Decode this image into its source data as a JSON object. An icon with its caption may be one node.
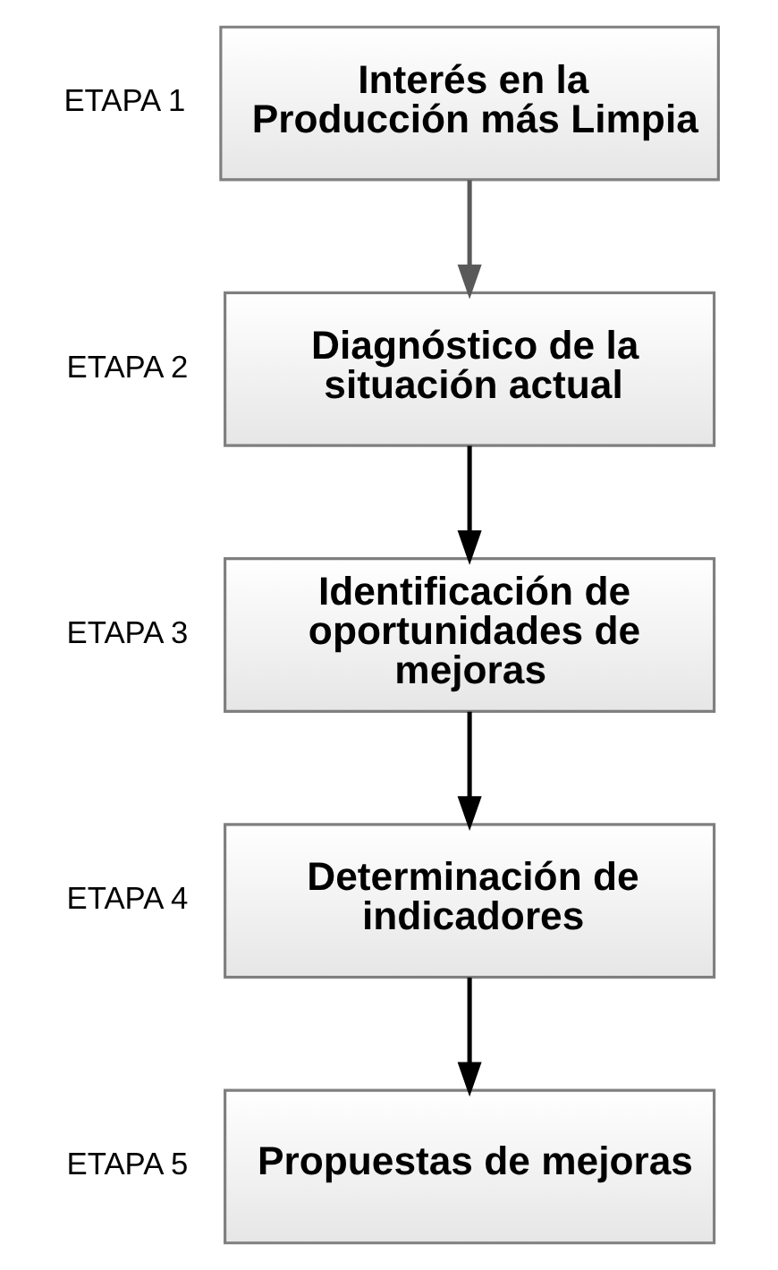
{
  "diagram": {
    "nodes": [
      {
        "text": [
          "Interés en la Producción más Limpia"
        ],
        "beside": [
          "ETAPA 1"
        ]
      },
      {
        "text": [
          "Diagnóstico de la situación actual"
        ],
        "beside": [
          "ETAPA 2"
        ]
      },
      {
        "text": [
          "Identificación de oportunidades de mejoras"
        ],
        "beside": [
          "ETAPA 3"
        ]
      },
      {
        "text": [
          "Determinación de indicadores"
        ],
        "beside": [
          "ETAPA 4"
        ]
      },
      {
        "text": [
          "Propuestas de mejoras"
        ],
        "beside": [
          "ETAPA 5"
        ]
      }
    ],
    "edges": [
      {
        "from": 0,
        "to": 1,
        "arrow": "to",
        "color": "#595959"
      },
      {
        "from": 1,
        "to": 2,
        "arrow": "to"
      },
      {
        "from": 2,
        "to": 3,
        "arrow": "to"
      },
      {
        "from": 3,
        "to": 4,
        "arrow": "to"
      }
    ]
  }
}
